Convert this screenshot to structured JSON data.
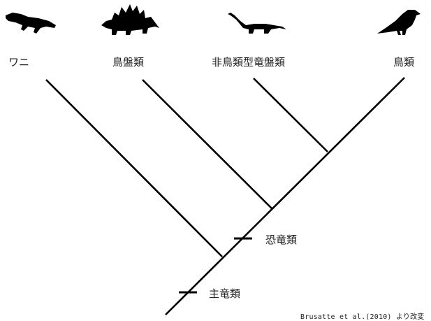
{
  "taxa": [
    {
      "label": "ワニ",
      "icon": "crocodile-icon"
    },
    {
      "label": "鳥盤類",
      "icon": "stegosaurus-icon"
    },
    {
      "label": "非鳥類型竜盤類",
      "icon": "sauropod-icon"
    },
    {
      "label": "鳥類",
      "icon": "bird-icon"
    }
  ],
  "nodes": [
    {
      "label": "恐竜類"
    },
    {
      "label": "主竜類"
    }
  ],
  "credit": "Brusatte et al.(2010) より改変",
  "colors": {
    "line": "#000000",
    "text": "#222222",
    "background": "#ffffff"
  }
}
